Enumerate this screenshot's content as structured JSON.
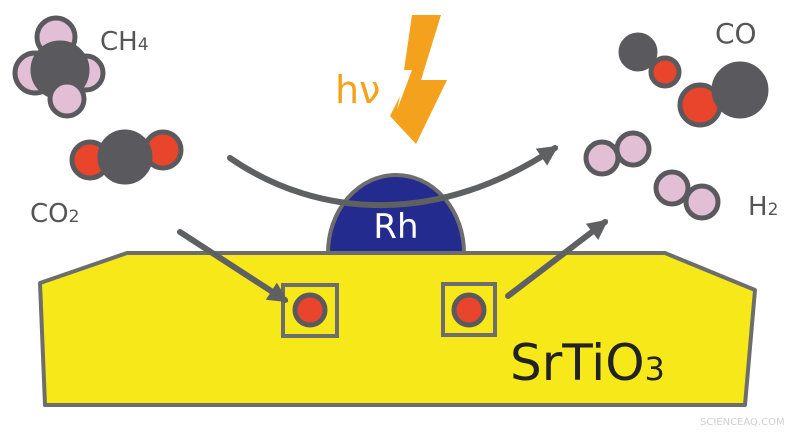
{
  "labels": {
    "ch4": "CH",
    "ch4_sub": "4",
    "co2": "CO",
    "co2_sub": "2",
    "light": "hν",
    "co": "CO",
    "h2": "H",
    "h2_sub": "2",
    "catalyst": "Rh",
    "support": "SrTiO",
    "support_sub": "3",
    "watermark": "SCIENCEAQ.COM"
  },
  "colors": {
    "support_fill": "#f7e81a",
    "support_stroke": "#6d6d6d",
    "rh_fill": "#232c8e",
    "carbon": "#5a5a5e",
    "oxygen": "#e8452c",
    "hydrogen": "#e3bfd6",
    "bolt": "#f4a21d",
    "arrow": "#5f6061",
    "label_gray": "#555555"
  },
  "icons": {
    "light": "lightning-bolt-icon"
  }
}
